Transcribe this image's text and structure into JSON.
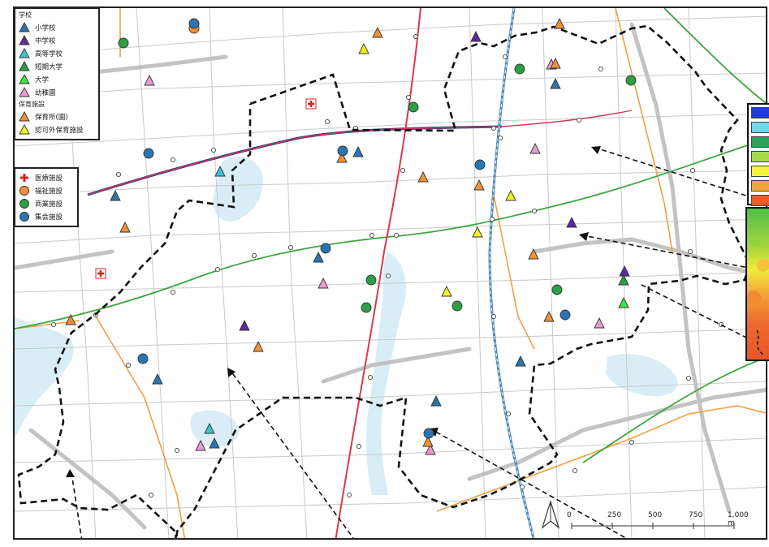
{
  "legend": {
    "school_heading": "学校",
    "schools": [
      {
        "label": "小学校",
        "color": "#2a74b0",
        "icon": "triangle-icon"
      },
      {
        "label": "中学校",
        "color": "#5b2a9e",
        "icon": "triangle-icon"
      },
      {
        "label": "高等学校",
        "color": "#3cc3d4",
        "icon": "triangle-icon"
      },
      {
        "label": "短期大学",
        "color": "#2c9e44",
        "icon": "triangle-icon"
      },
      {
        "label": "大学",
        "color": "#3ee63e",
        "icon": "triangle-icon"
      },
      {
        "label": "幼稚園",
        "color": "#e79bd2",
        "icon": "triangle-icon"
      }
    ],
    "childcare_heading": "保育施設",
    "childcare": [
      {
        "label": "保育所(園)",
        "color": "#f0913a",
        "icon": "triangle-icon"
      },
      {
        "label": "認可外保育施設",
        "color": "#f2f21e",
        "icon": "triangle-icon"
      }
    ],
    "facilities": [
      {
        "label": "医療施設",
        "color": "#e02020",
        "icon": "cross-icon"
      },
      {
        "label": "福祉施設",
        "color": "#f0913a",
        "icon": "circle-icon"
      },
      {
        "label": "商業施設",
        "color": "#2c9e44",
        "icon": "circle-icon"
      },
      {
        "label": "集会施設",
        "color": "#2a74b0",
        "icon": "circle-icon"
      }
    ]
  },
  "colorbar_swatches": [
    "#1c3fd6",
    "#6fd8ea",
    "#2ca25a",
    "#a6d84a",
    "#f4f43c",
    "#f2a53a",
    "#ee5a2a"
  ],
  "scalebar": {
    "labels": [
      "0",
      "250",
      "500",
      "750",
      "1,000 m"
    ],
    "ticks_m": [
      0,
      250,
      500,
      750,
      1000
    ]
  },
  "north_arrow": {
    "icon": "north-arrow-icon"
  }
}
